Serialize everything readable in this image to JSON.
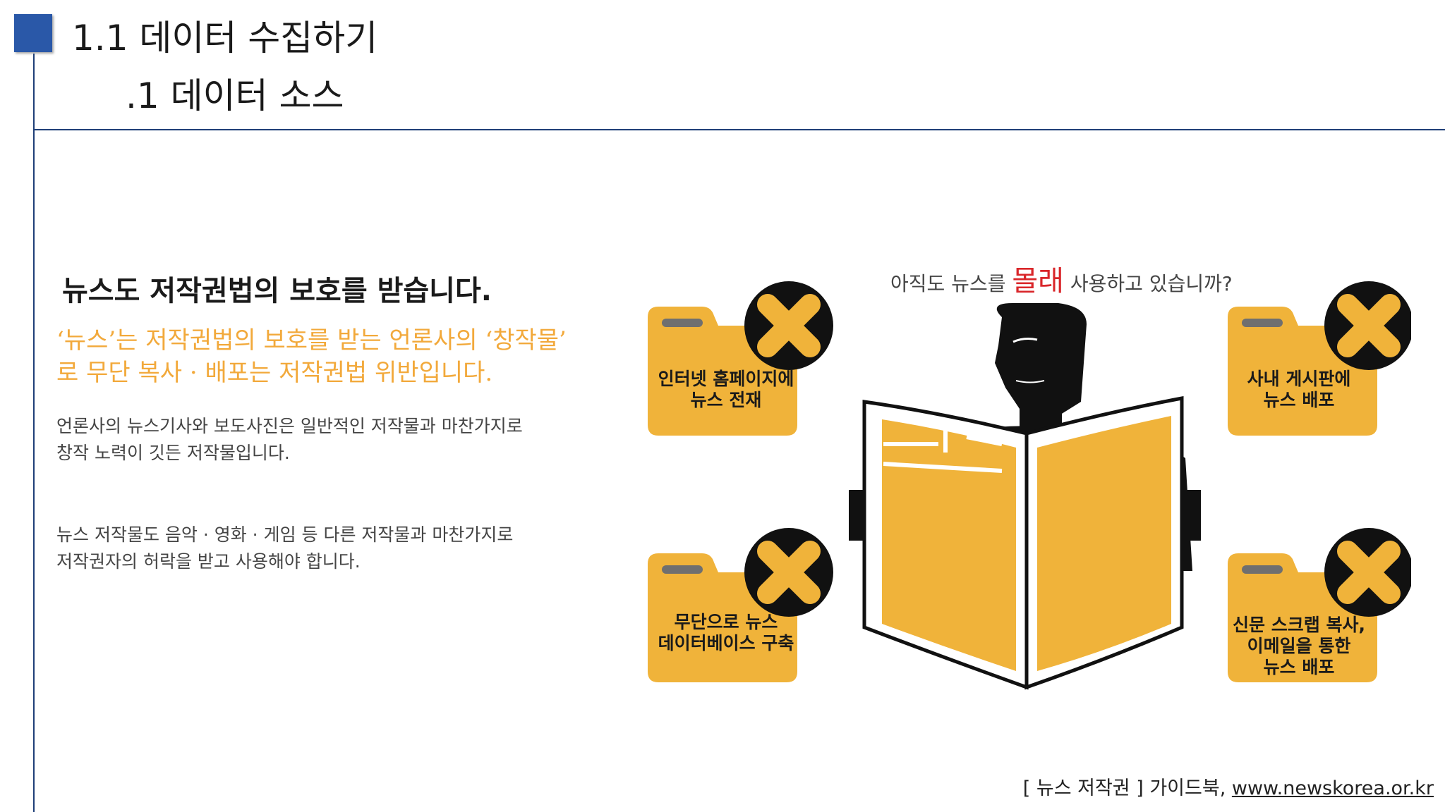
{
  "header": {
    "title": "1.1 데이터 수집하기",
    "subtitle": ".1 데이터 소스"
  },
  "left": {
    "heading": "뉴스도 저작권법의 보호를 받습니다.",
    "highlight_lines": [
      "‘뉴스’는 저작권법의 보호를 받는 언론사의 ‘창작물’",
      "로 무단 복사 · 배포는 저작권법 위반입니다."
    ],
    "paragraph1": [
      "언론사의 뉴스기사와 보도사진은 일반적인 저작물과 마찬가지로",
      "창작 노력이 깃든 저작물입니다."
    ],
    "paragraph2": [
      "뉴스 저작물도 음악 · 영화 · 게임 등 다른 저작물과 마찬가지로",
      "저작권자의 허락을 받고 사용해야 합니다."
    ]
  },
  "illustration": {
    "question_before": "아직도 뉴스를 ",
    "question_highlight": "몰래",
    "question_after": " 사용하고 있습니까?",
    "cards": [
      {
        "lines": [
          "인터넷 홈페이지에",
          "뉴스 전재"
        ]
      },
      {
        "lines": [
          "사내 게시판에",
          "뉴스 배포"
        ]
      },
      {
        "lines": [
          "무단으로 뉴스",
          "데이터베이스 구축"
        ]
      },
      {
        "lines": [
          "신문 스크랩 복사,",
          "이메일을 통한",
          "뉴스 배포"
        ]
      }
    ],
    "icons": [
      "folder-icon",
      "cross-icon",
      "newspaper-reader-icon"
    ]
  },
  "footer": {
    "source_prefix": "[ 뉴스 저작권 ] 가이드북,",
    "source_url": "www.newskorea.or.kr"
  },
  "colors": {
    "accent_blue": "#2a58a8",
    "line_navy": "#1f3f78",
    "folder_yellow": "#f0b33a",
    "highlight_orange": "#f2a93b",
    "red": "#d9262a",
    "black": "#111111"
  }
}
